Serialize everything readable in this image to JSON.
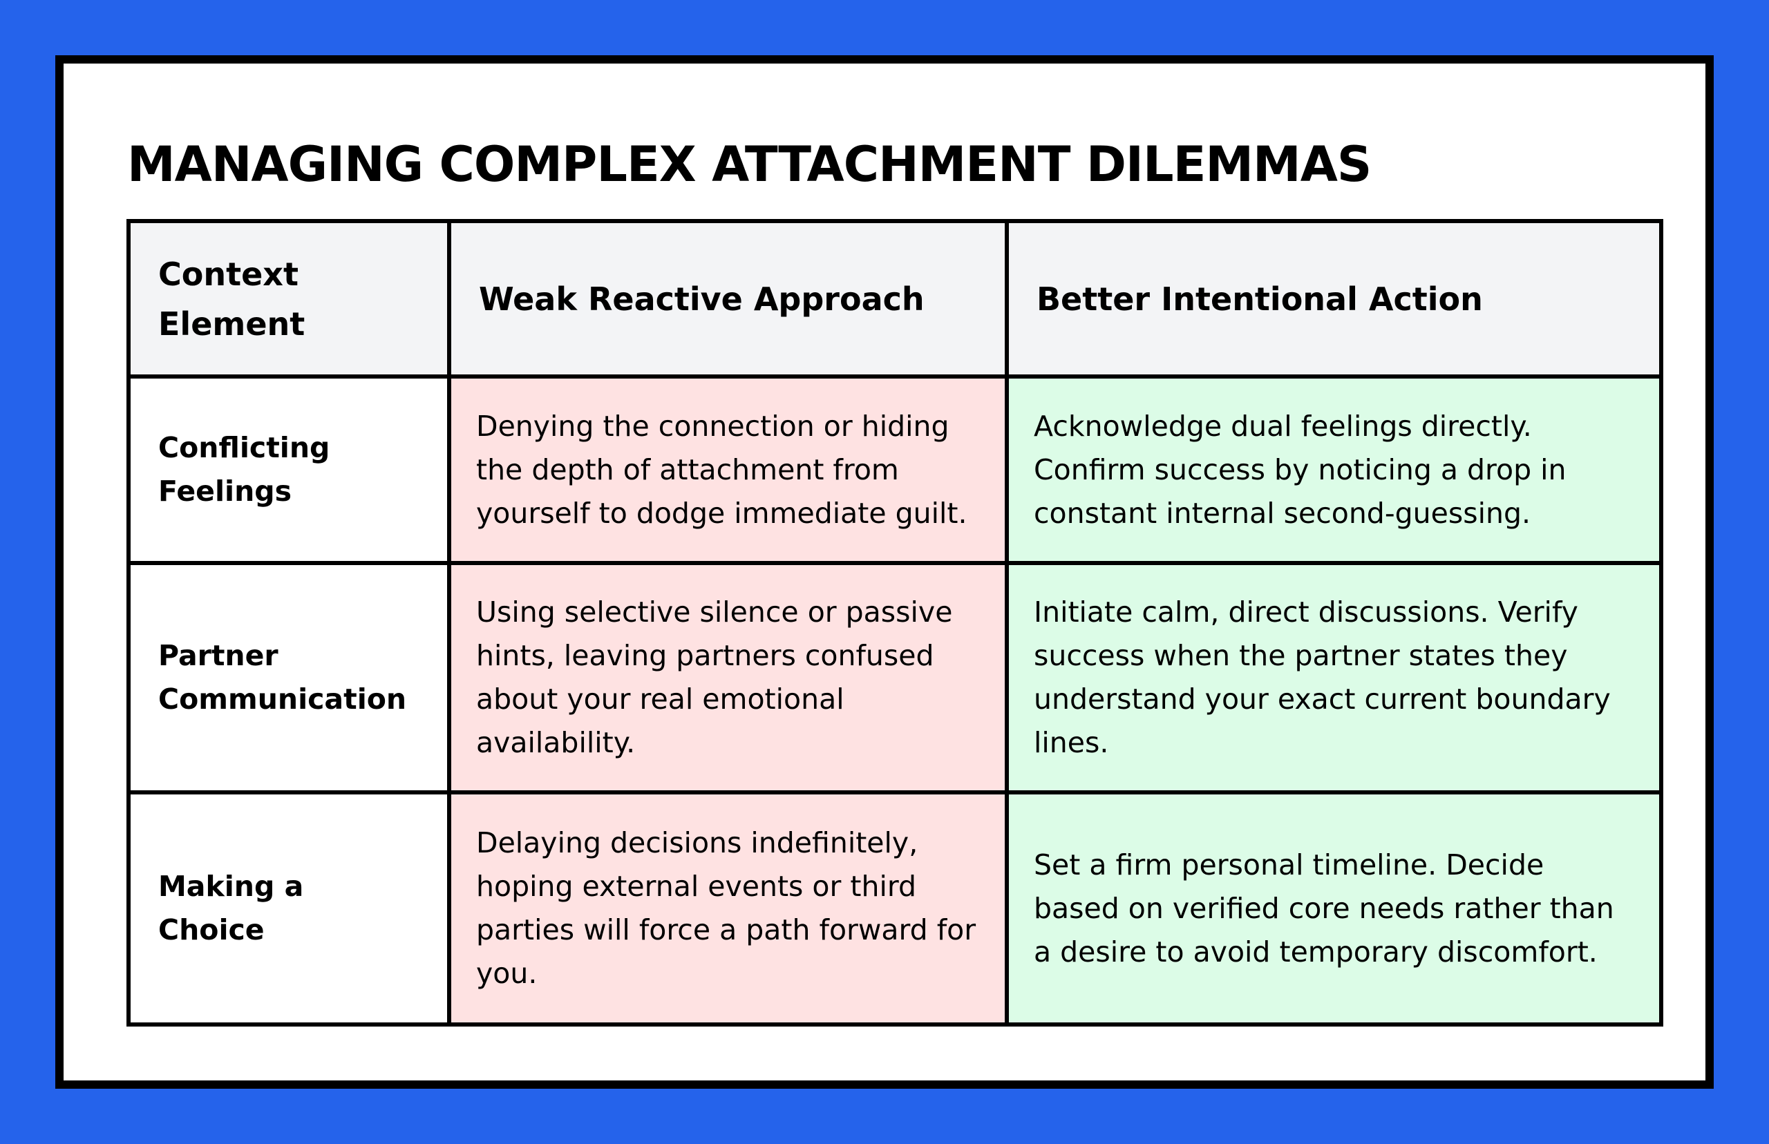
{
  "colors": {
    "background": "#2563eb",
    "card": "#ffffff",
    "border": "#000000",
    "header_fill": "#f3f4f6",
    "weak_fill": "#fee2e2",
    "better_fill": "#dcfce7"
  },
  "title": "MANAGING COMPLEX ATTACHMENT DILEMMAS",
  "table": {
    "headers": [
      "Context Element",
      "Weak Reactive Approach",
      "Better Intentional Action"
    ],
    "rows": [
      {
        "context": "Conflicting Feelings",
        "weak": "Denying the connection or hiding the depth of attachment from yourself to dodge immediate guilt.",
        "better": "Acknowledge dual feelings directly. Confirm success by noticing a drop in constant internal second-guessing."
      },
      {
        "context": "Partner Communication",
        "weak": "Using selective silence or passive hints, leaving partners confused about your real emotional availability.",
        "better": "Initiate calm, direct discussions. Verify success when the partner states they understand your exact current boundary lines."
      },
      {
        "context": "Making a Choice",
        "weak": "Delaying decisions indefinitely, hoping external events or third parties will force a path forward for you.",
        "better": "Set a firm personal timeline. Decide based on verified core needs rather than a desire to avoid temporary discomfort."
      }
    ]
  }
}
